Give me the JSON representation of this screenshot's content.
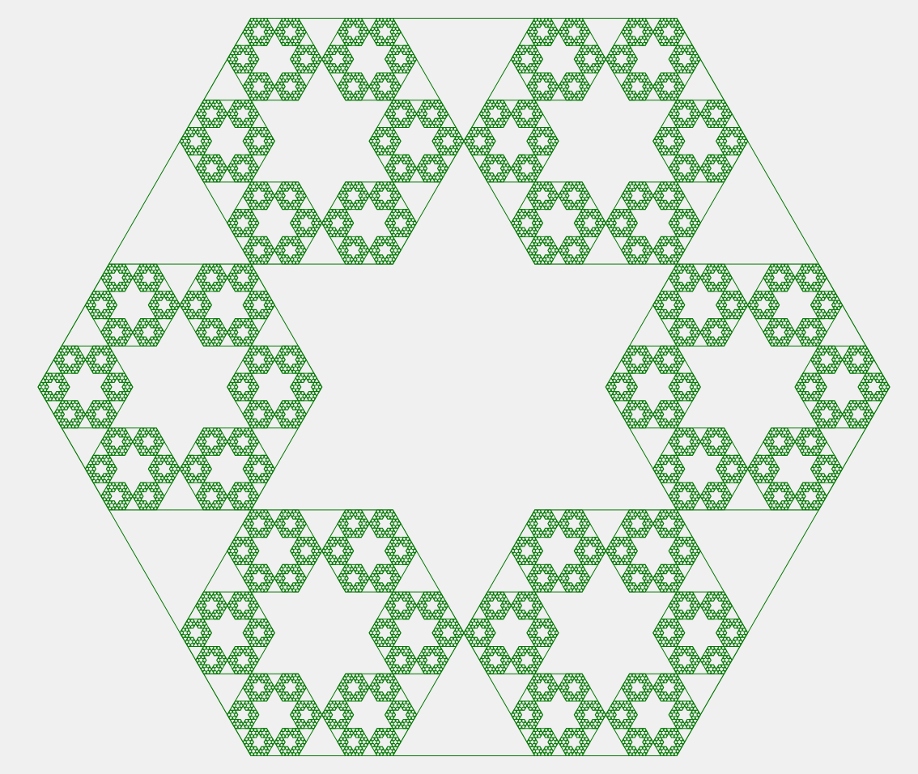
{
  "figure": {
    "kind": "hexaflake-fractal",
    "background_color": "#f0f0f0",
    "stroke_color": "#007800",
    "recursion_depth": 5,
    "inner_hexagons_per_level": 6
  }
}
